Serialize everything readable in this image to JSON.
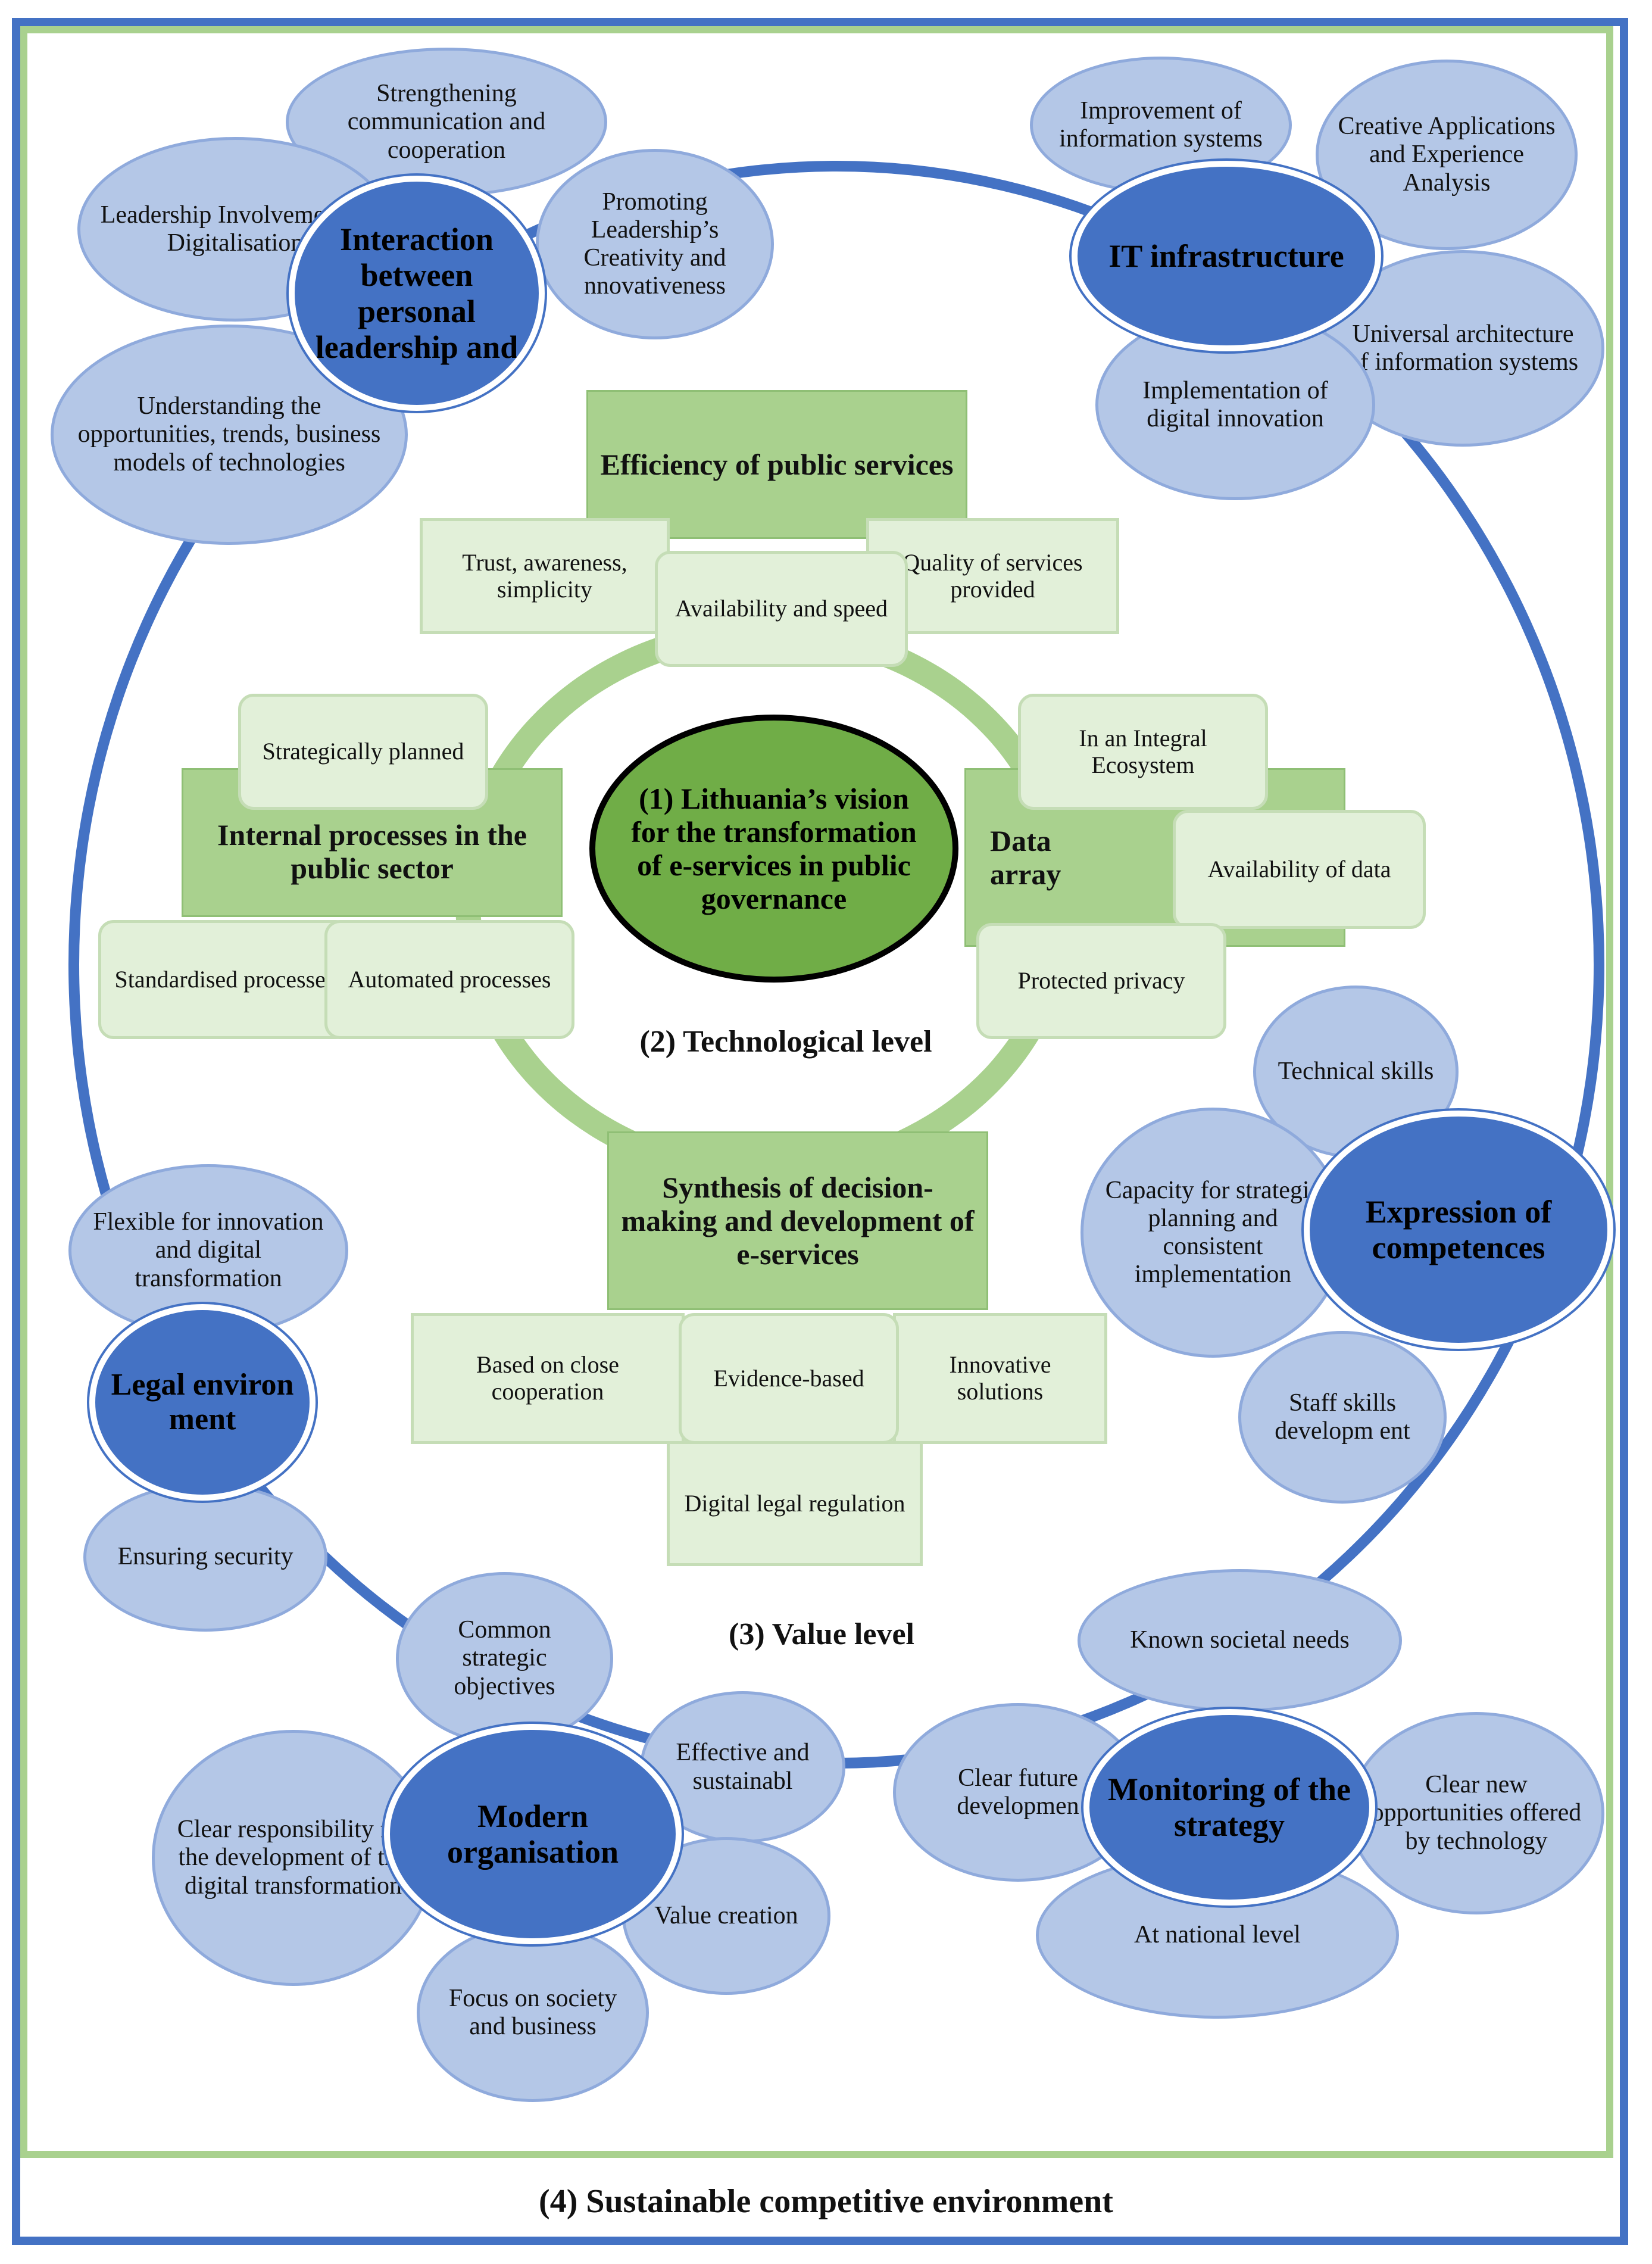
{
  "labels": {
    "technological_level": "(2) Technological level",
    "value_level": "(3) Value level",
    "sustainable_environment": "(4) Sustainable competitive environment"
  },
  "center": {
    "text": "(1) Lithuania’s vision for the transformation of e-services in public governance"
  },
  "technological": {
    "efficiency": {
      "title": "Efficiency of public services",
      "items": [
        "Trust, awareness, simplicity",
        "Availability and speed",
        "Quality of services provided"
      ]
    },
    "internal": {
      "title": "Internal processes in the public sector",
      "items": [
        "Strategically planned",
        "Standardised processes",
        "Automated processes"
      ]
    },
    "data": {
      "title": "Data array",
      "items": [
        "In an Integral Ecosystem",
        "Availability of data",
        "Protected privacy"
      ]
    },
    "synthesis": {
      "title": "Synthesis of decision-making and development of e-services",
      "items": [
        "Based on close cooperation",
        "Evidence-based",
        "Innovative solutions",
        "Digital legal regulation"
      ]
    }
  },
  "value": {
    "leadership": {
      "title": "Interaction between personal leadership and",
      "items": [
        "Strengthening communication and cooperation",
        "Leadership Involvement in Digitalisation",
        "Promoting Leadership’s Creativity and nnovativeness",
        "Understanding the opportunities, trends, business models of technologies"
      ]
    },
    "it": {
      "title": "IT infrastructure",
      "items": [
        "Improvement of information systems",
        "Creative Applications and Experience Analysis",
        "Universal architecture of information systems",
        "Implementation of digital innovation"
      ]
    },
    "competences": {
      "title": "Expression of competences",
      "items": [
        "Technical skills",
        "Capacity for strategic planning and consistent implementation",
        "Staff skills developm ent"
      ]
    },
    "legal": {
      "title": "Legal environ ment",
      "items": [
        "Flexible for innovation and digital transformation",
        "Ensuring security"
      ]
    },
    "organisation": {
      "title": "Modern organisation",
      "items": [
        "Common strategic objectives",
        "Effective and sustainabl",
        "Clear responsibility for the development of the digital transformation",
        "Value creation",
        "Focus on society and business"
      ]
    },
    "monitoring": {
      "title": "Monitoring of the strategy",
      "items": [
        "Known societal needs",
        "Clear future developmen",
        "Clear new opportunities offered by technology",
        "At national level"
      ]
    }
  },
  "colors": {
    "blue_dark": "#4472c4",
    "blue_light": "#b4c7e7",
    "green": "#a9d18e",
    "green_light": "#e2f0d9",
    "green_center": "#70ad47"
  }
}
